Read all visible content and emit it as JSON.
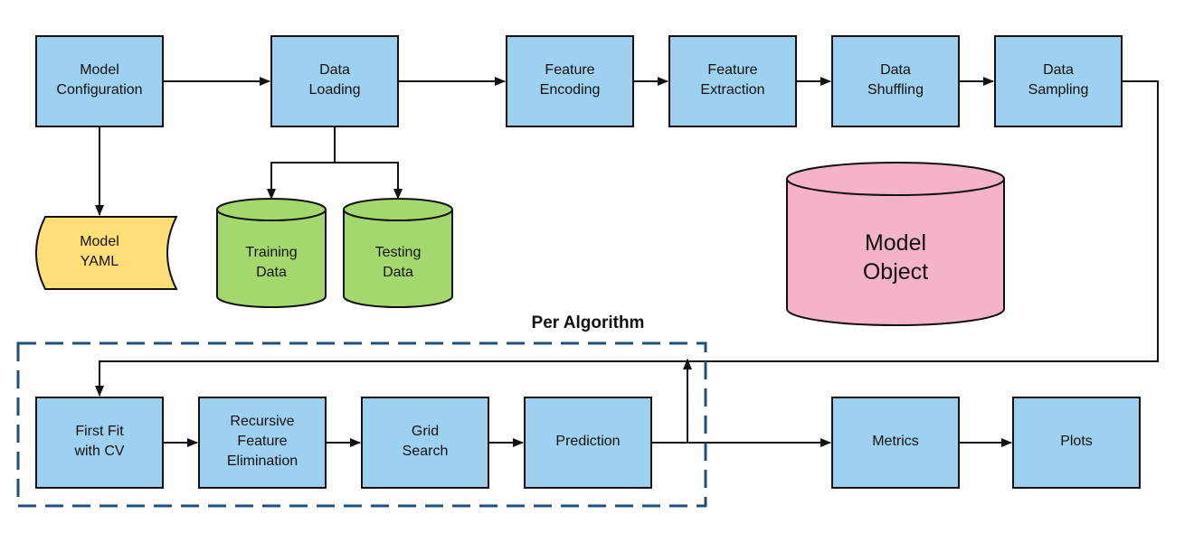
{
  "colors": {
    "process": "#9ed0ef",
    "data_store": "#a4d86e",
    "model_object": "#f4b3c7",
    "config_file": "#ffdd77",
    "group_border": "#1f4e79"
  },
  "nodes": {
    "model_configuration": {
      "line1": "Model",
      "line2": "Configuration"
    },
    "data_loading": {
      "line1": "Data",
      "line2": "Loading"
    },
    "feature_encoding": {
      "line1": "Feature",
      "line2": "Encoding"
    },
    "feature_extraction": {
      "line1": "Feature",
      "line2": "Extraction"
    },
    "data_shuffling": {
      "line1": "Data",
      "line2": "Shuffling"
    },
    "data_sampling": {
      "line1": "Data",
      "line2": "Sampling"
    },
    "model_yaml": {
      "line1": "Model",
      "line2": "YAML"
    },
    "training_data": {
      "line1": "Training",
      "line2": "Data"
    },
    "testing_data": {
      "line1": "Testing",
      "line2": "Data"
    },
    "model_object": {
      "line1": "Model",
      "line2": "Object"
    },
    "first_fit": {
      "line1": "First Fit",
      "line2": "with CV"
    },
    "rfe": {
      "line1": "Recursive",
      "line2": "Feature",
      "line3": "Elimination"
    },
    "grid_search": {
      "line1": "Grid",
      "line2": "Search"
    },
    "prediction": {
      "label": "Prediction"
    },
    "metrics": {
      "label": "Metrics"
    },
    "plots": {
      "label": "Plots"
    }
  },
  "group": {
    "title": "Per Algorithm"
  }
}
